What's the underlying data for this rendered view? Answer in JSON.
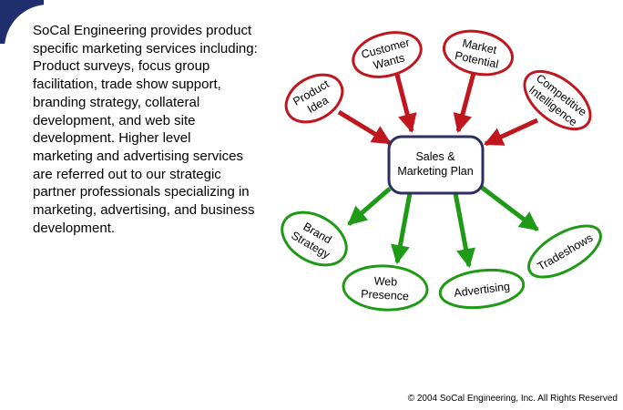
{
  "intro_text": "SoCal Engineering provides product\nspecific marketing services including:\nProduct surveys, focus group\nfacilitation, trade show support,\nbranding strategy, collateral\ndevelopment, and web site\ndevelopment.  Higher level\nmarketing and advertising services\nare referred out to our strategic\npartner professionals specializing in\nmarketing, advertising, and business\ndevelopment.",
  "center": {
    "line1": "Sales &",
    "line2": "Marketing Plan"
  },
  "inputs": [
    {
      "line1": "Product",
      "line2": "Idea"
    },
    {
      "line1": "Customer",
      "line2": "Wants"
    },
    {
      "line1": "Market",
      "line2": "Potential"
    },
    {
      "line1": "Competitive",
      "line2": "Intelligence"
    }
  ],
  "outputs": [
    {
      "line1": "Brand",
      "line2": "Strategy"
    },
    {
      "line1": "Web",
      "line2": "Presence"
    },
    {
      "line1": "Advertising",
      "line2": ""
    },
    {
      "line1": "Tradeshows",
      "line2": ""
    }
  ],
  "colors": {
    "input": "#c0161e",
    "output": "#1f9a17",
    "center_border": "#2d2f5e",
    "corner": "#1f2f6d"
  },
  "copyright": "© 2004 SoCal Engineering, Inc.  All Rights Reserved"
}
